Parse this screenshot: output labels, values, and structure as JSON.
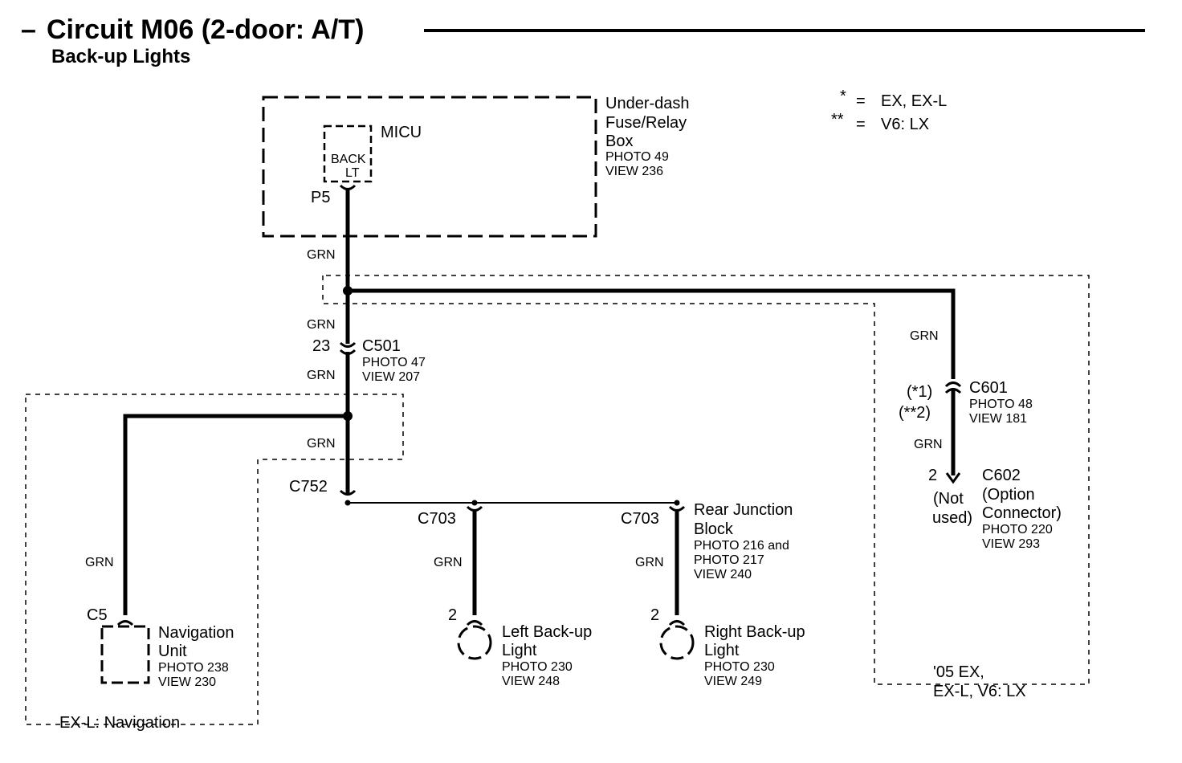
{
  "header": {
    "dash": "–",
    "title": "Circuit M06 (2-door: A/T)",
    "subtitle": "Back-up Lights"
  },
  "legend": {
    "star1_sym": "*",
    "star1_eq": "=",
    "star1_val": "EX, EX-L",
    "star2_sym": "**",
    "star2_eq": "=",
    "star2_val": "V6: LX"
  },
  "fuse_box": {
    "title_line1": "Under-dash",
    "title_line2": "Fuse/Relay",
    "title_line3": "Box",
    "photo": "PHOTO 49",
    "view": "VIEW 236",
    "micu": "MICU",
    "fuse_line1": "BACK",
    "fuse_line2": "LT",
    "pin": "P5"
  },
  "wire_color": "GRN",
  "c501": {
    "pin": "23",
    "name": "C501",
    "photo": "PHOTO 47",
    "view": "VIEW 207"
  },
  "c752": {
    "name": "C752"
  },
  "c703_left": {
    "name": "C703"
  },
  "c703_right": {
    "name": "C703"
  },
  "rear_junction": {
    "line1": "Rear Junction",
    "line2": "Block",
    "photo1": "PHOTO 216 and",
    "photo2": "PHOTO 217",
    "view": "VIEW 240"
  },
  "left_light": {
    "pin": "2",
    "line1": "Left Back-up",
    "line2": "Light",
    "photo": "PHOTO 230",
    "view": "VIEW 248"
  },
  "right_light": {
    "pin": "2",
    "line1": "Right Back-up",
    "line2": "Light",
    "photo": "PHOTO 230",
    "view": "VIEW 249"
  },
  "nav": {
    "connector": "C5",
    "line1": "Navigation",
    "line2": "Unit",
    "photo": "PHOTO 238",
    "view": "VIEW 230",
    "region_label": "EX-L: Navigation"
  },
  "c601": {
    "pin1": "(*1)",
    "pin2": "(**2)",
    "name": "C601",
    "photo": "PHOTO 48",
    "view": "VIEW 181"
  },
  "c602": {
    "pin": "2",
    "note1": "(Not",
    "note2": "used)",
    "name": "C602",
    "line2": "(Option",
    "line3": "Connector)",
    "photo": "PHOTO 220",
    "view": "VIEW 293"
  },
  "right_region": {
    "line1": "'05 EX,",
    "line2": "EX-L, V6: LX"
  }
}
